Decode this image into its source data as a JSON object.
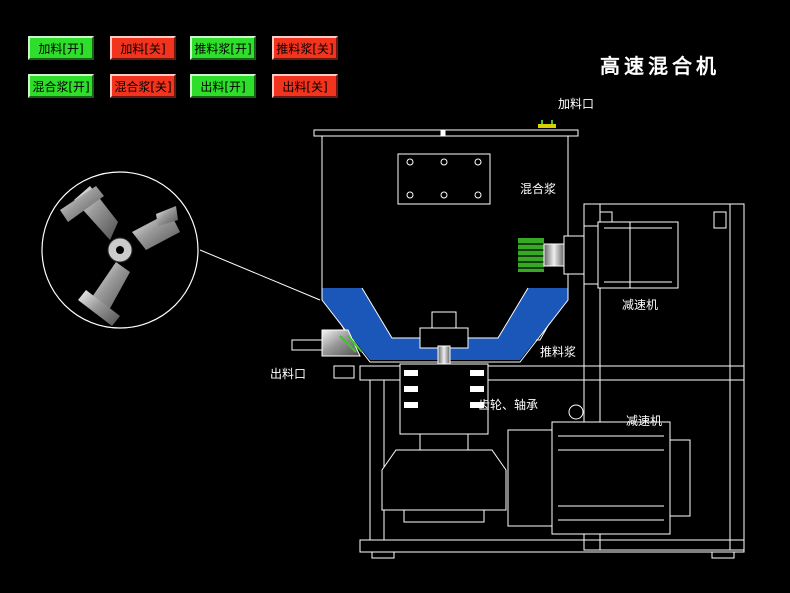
{
  "title": "高速混合机",
  "buttons": [
    {
      "label": "加料[开]",
      "color": "#2ede2a"
    },
    {
      "label": "加料[关]",
      "color": "#f2331d"
    },
    {
      "label": "推料浆[开]",
      "color": "#2ede2a"
    },
    {
      "label": "推料浆[关]",
      "color": "#f2331d"
    },
    {
      "label": "混合浆[开]",
      "color": "#2ede2a"
    },
    {
      "label": "混合浆[关]",
      "color": "#f2331d"
    },
    {
      "label": "出料[开]",
      "color": "#2ede2a"
    },
    {
      "label": "出料[关]",
      "color": "#f2331d"
    }
  ],
  "labels": {
    "feed_port": "加料口",
    "mixing_paddle": "混合浆",
    "reducer_top": "减速机",
    "push_paddle": "推料浆",
    "outlet": "出料口",
    "gear_bearing": "齿轮、轴承",
    "reducer_bottom": "减速机"
  },
  "colors": {
    "material": "#1a57b8",
    "outline": "#ffffff",
    "green_accent": "#3fc62a",
    "yellow_accent": "#d8d000"
  }
}
